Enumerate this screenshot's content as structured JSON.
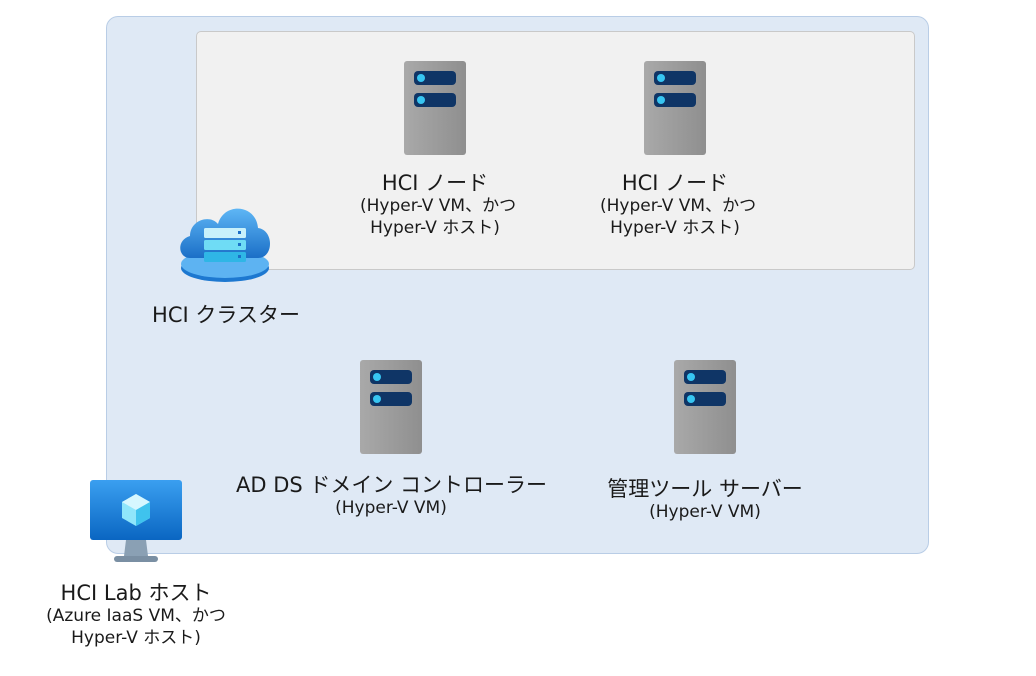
{
  "hci_lab_host": {
    "title": "HCI Lab ホスト",
    "line2": "(Azure IaaS VM、かつ",
    "line3": "Hyper-V ホスト)",
    "icon": "virtual-machine-icon"
  },
  "hci_cluster": {
    "title": "HCI クラスター",
    "icon": "cloud-server-icon"
  },
  "nodes": [
    {
      "title": "HCI ノード",
      "line2": "(Hyper-V VM、かつ",
      "line3": "Hyper-V ホスト)",
      "icon": "server-icon"
    },
    {
      "title": "HCI ノード",
      "line2": "(Hyper-V VM、かつ",
      "line3": "Hyper-V ホスト)",
      "icon": "server-icon"
    }
  ],
  "dc": {
    "title": "AD DS ドメイン コントローラー",
    "line2": "(Hyper-V VM)",
    "icon": "server-icon"
  },
  "mgmt": {
    "title": "管理ツール サーバー",
    "line2": "(Hyper-V VM)",
    "icon": "server-icon"
  },
  "colors": {
    "host_box": "#dfe9f5",
    "cluster_box": "#f1f1f1",
    "server_body": "#9c9c9c",
    "server_slot": "#0f3566",
    "server_led": "#37c6f2",
    "azure_blue": "#0a78d4"
  }
}
